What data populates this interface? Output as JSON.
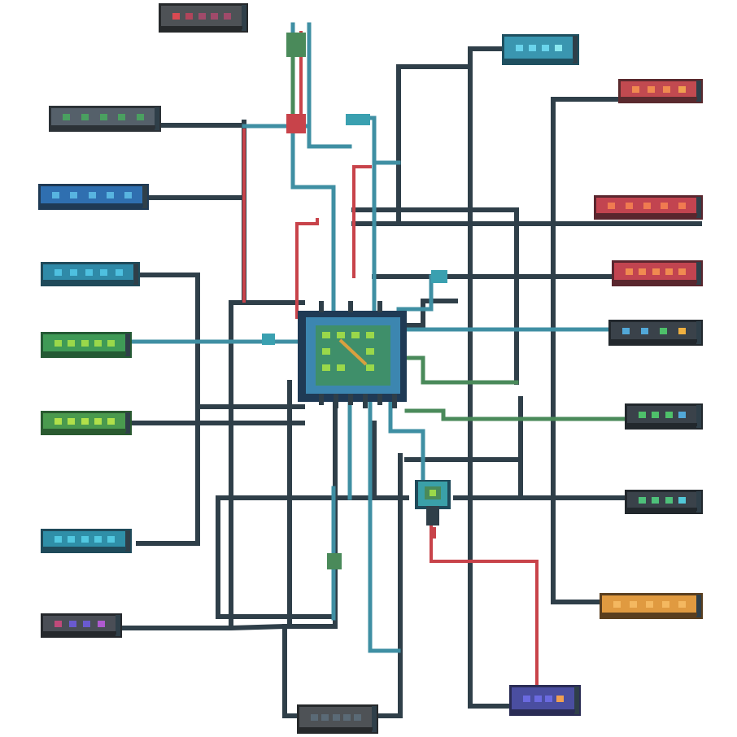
{
  "palette": {
    "background": "#ffffff",
    "wire": "#2f3f49",
    "wire_teal": "#3f8fa3",
    "wire_red": "#c8434a",
    "wire_green": "#4a8a5a",
    "chip_body": "#3c86b0",
    "chip_core": "#3f8f6a",
    "hub": "#3aa0a8"
  },
  "modules": [
    {
      "name": "module-top-red",
      "body": "#4e5256",
      "dark": "#26292b",
      "leds": [
        "#d84a52",
        "#b0455b",
        "#a04a6a",
        "#a04a6a",
        "#a04a6a"
      ]
    },
    {
      "name": "module-left-gray",
      "body": "#55606a",
      "dark": "#2c3237",
      "leds": [
        "#4aa060",
        "#4aa060",
        "#4aa060",
        "#4aa060",
        "#4aa060"
      ]
    },
    {
      "name": "module-left-blue",
      "body": "#2f6fb0",
      "dark": "#1f3a55",
      "leds": [
        "#58b4e0",
        "#58b4e0",
        "#58b4e0",
        "#58b4e0",
        "#58b4e0"
      ]
    },
    {
      "name": "module-left-teal",
      "body": "#2f8aa8",
      "dark": "#1f4a5a",
      "leds": [
        "#4ec0e0",
        "#4ec0e0",
        "#4ec0e0",
        "#4ec0e0",
        "#4ec0e0"
      ]
    },
    {
      "name": "module-left-green",
      "body": "#3f9a56",
      "dark": "#245a34",
      "leds": [
        "#9ad84a",
        "#9ad84a",
        "#9ad84a",
        "#9ad84a",
        "#9ad84a"
      ]
    },
    {
      "name": "module-left-lime",
      "body": "#4a9a4e",
      "dark": "#2a5a30",
      "leds": [
        "#b0e04a",
        "#b0e04a",
        "#b0e04a",
        "#b0e04a",
        "#b0e04a"
      ]
    },
    {
      "name": "module-left-cyan",
      "body": "#2f8fa8",
      "dark": "#1f4a5a",
      "leds": [
        "#52c8e0",
        "#52c8e0",
        "#52c8e0",
        "#52c8e0",
        "#52c8e0"
      ]
    },
    {
      "name": "module-left-purple",
      "body": "#4a4e56",
      "dark": "#25282c",
      "leds": [
        "#c04a7a",
        "#6a5ad0",
        "#6a5ad0",
        "#b05ad0"
      ]
    },
    {
      "name": "module-top-right-teal",
      "body": "#3a96b0",
      "dark": "#1f5060",
      "leds": [
        "#6ad4ec",
        "#6ad4ec",
        "#6ad4ec",
        "#8ae8f0"
      ]
    },
    {
      "name": "module-right-red-1",
      "body": "#c24a50",
      "dark": "#5a2a2e",
      "leds": [
        "#f08a50",
        "#f08a50",
        "#f08a50",
        "#f0a050"
      ]
    },
    {
      "name": "module-right-red-2",
      "body": "#c24450",
      "dark": "#5a262e",
      "leds": [
        "#f07a50",
        "#f07a50",
        "#f07a50",
        "#f07a50",
        "#f07a50"
      ]
    },
    {
      "name": "module-right-red-3",
      "body": "#c24450",
      "dark": "#5a262e",
      "leds": [
        "#f08a50",
        "#f08a50",
        "#f08a50",
        "#f08a50",
        "#f08a50"
      ]
    },
    {
      "name": "module-right-dark-1",
      "body": "#3a424a",
      "dark": "#22282d",
      "leds": [
        "#52a8d8",
        "#52a8d8",
        "#4ec06a",
        "#f0b040"
      ]
    },
    {
      "name": "module-right-dark-2",
      "body": "#3a424a",
      "dark": "#22282d",
      "leds": [
        "#4ec06a",
        "#4ec06a",
        "#4ec06a",
        "#52a8d8"
      ]
    },
    {
      "name": "module-right-dark-3",
      "body": "#3a424a",
      "dark": "#22282d",
      "leds": [
        "#4ec07a",
        "#4ec07a",
        "#4ec07a",
        "#52c8d8"
      ]
    },
    {
      "name": "module-right-orange",
      "body": "#e09a40",
      "dark": "#5a3e1e",
      "leds": [
        "#f4b860",
        "#f4b860",
        "#f4b860",
        "#f4b860",
        "#f4b860"
      ]
    },
    {
      "name": "module-bottom-purple",
      "body": "#4a4ea0",
      "dark": "#2a2c55",
      "leds": [
        "#6a6ae0",
        "#6a6ae0",
        "#6a6ae0",
        "#f0a050"
      ]
    },
    {
      "name": "module-bottom-gray",
      "body": "#4e5256",
      "dark": "#26292b",
      "leds": [
        "#5a6a76",
        "#5a6a76",
        "#5a6a76",
        "#5a6a76",
        "#5a6a76"
      ]
    }
  ]
}
